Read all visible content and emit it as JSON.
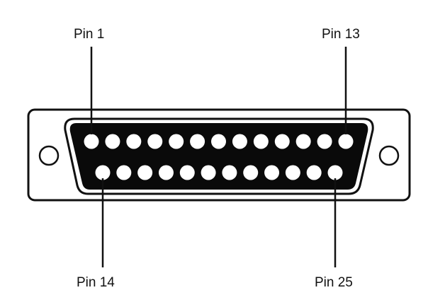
{
  "labels": {
    "pin1": "Pin 1",
    "pin13": "Pin 13",
    "pin14": "Pin 14",
    "pin25": "Pin 25"
  },
  "connector": {
    "top_row_pins": 13,
    "bottom_row_pins": 12,
    "colors": {
      "outline": "#111111",
      "face": "#0a0a0a",
      "pin": "#ffffff",
      "background": "#ffffff"
    }
  }
}
